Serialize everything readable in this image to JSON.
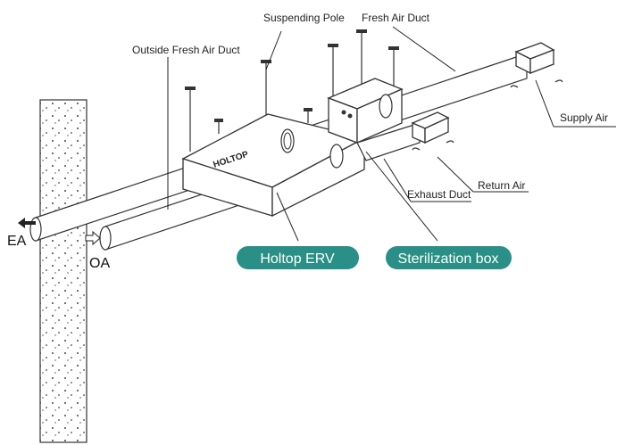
{
  "labels": {
    "suspending_pole": "Suspending Pole",
    "fresh_air_duct": "Fresh Air Duct",
    "outside_fresh_air_duct": "Outside Fresh Air Duct",
    "supply_air": "Supply Air",
    "return_air": "Return Air",
    "exhaust_duct": "Exhaust Duct",
    "ea": "EA",
    "oa": "OA",
    "brand_on_unit": "HOLTOP"
  },
  "pills": {
    "erv": "Holtop ERV",
    "sterilization": "Sterilization box"
  },
  "colors": {
    "pill": "#2a8f86",
    "line": "#333333"
  }
}
